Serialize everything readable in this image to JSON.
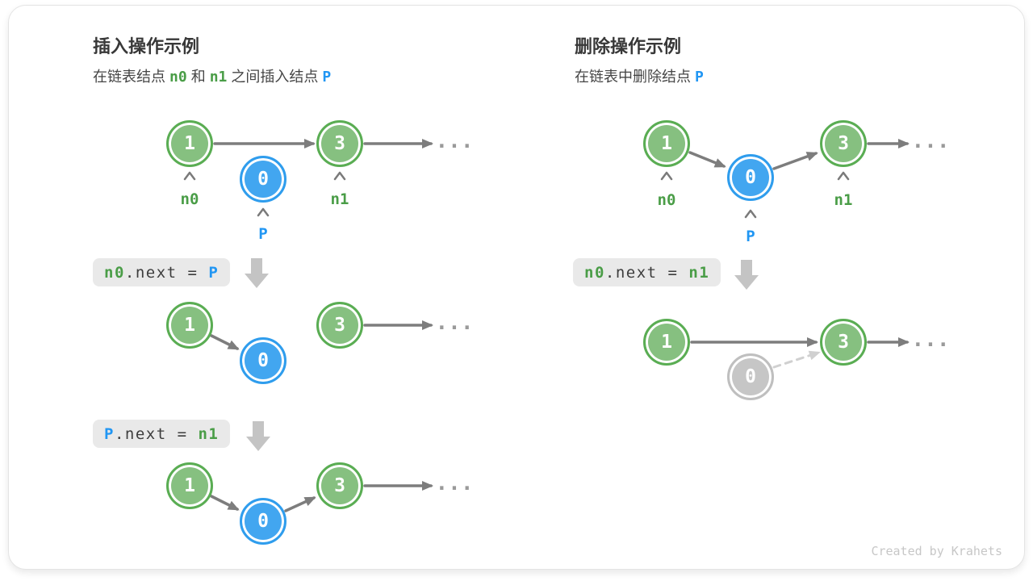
{
  "credit": "Created by Krahets",
  "ellipsis": "...",
  "colors": {
    "node_green_fill": "#86c080",
    "node_green_border": "#5aad53",
    "node_blue_fill": "#42a6f0",
    "node_blue_border": "#2f9ded",
    "node_gray_fill": "#c6c6c6",
    "arrow_gray": "#7d7d7d",
    "dashed_arrow_gray": "#d0d0d0",
    "block_arrow_gray": "#c4c4c4",
    "label_green": "#4a9d47",
    "label_blue": "#2196f3",
    "codebox_bg": "#e9e9e9"
  },
  "node_values": {
    "head": "1",
    "p": "0",
    "next": "3"
  },
  "labels": {
    "n0": "n0",
    "p": "P",
    "n1": "n1"
  },
  "insert": {
    "title": "插入操作示例",
    "subtitle": {
      "pre": "在链表结点",
      "n0": "n0",
      "mid": "和",
      "n1": "n1",
      "post": "之间插入结点",
      "p": "P"
    },
    "code_step1": {
      "lhs": "n0",
      "mid": ".next = ",
      "rhs": "P"
    },
    "code_step2": {
      "lhs": "P",
      "mid": ".next = ",
      "rhs": "n1"
    }
  },
  "delete": {
    "title": "删除操作示例",
    "subtitle": {
      "pre": "在链表中删除结点",
      "p": "P"
    },
    "code_step1": {
      "lhs": "n0",
      "mid": ".next = ",
      "rhs": "n1"
    }
  }
}
